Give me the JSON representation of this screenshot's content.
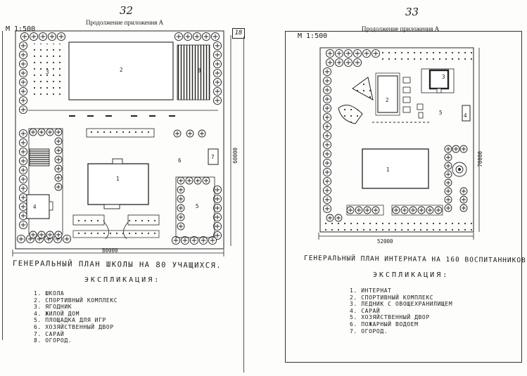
{
  "left_sheet": {
    "page_number": "32",
    "continuation": "Продолжение приложения А",
    "scale": "М 1:500",
    "sheet_tag": "18",
    "dim_width": "80000",
    "dim_height": "60000",
    "labels": [
      "1",
      "2",
      "3",
      "4",
      "5",
      "6",
      "7",
      "8"
    ],
    "title": "ГЕНЕРАЛЬНЫЙ ПЛАН ШКОЛЫ НА 80 УЧАЩИХСЯ.",
    "explication_heading": "ЭКСПЛИКАЦИЯ:",
    "legend": [
      "1. ШКОЛА",
      "2. СПОРТИВНЫЙ КОМПЛЕКС",
      "3. ЯГОДНИК",
      "4. ЖИЛОЙ ДОМ",
      "5. ПЛОЩАДКА ДЛЯ ИГР",
      "6. ХОЗЯЙСТВЕННЫЙ ДВОР",
      "7. САРАЙ",
      "8. ОГОРОД."
    ]
  },
  "right_sheet": {
    "page_number": "33",
    "continuation": "Продолжение приложения А",
    "scale": "М 1:500",
    "dim_width": "52000",
    "dim_height": "70000",
    "labels": [
      "1",
      "2",
      "3",
      "4",
      "5"
    ],
    "title": "ГЕНЕРАЛЬНЫЙ ПЛАН ИНТЕРНАТА НА 160 ВОСПИТАННИКОВ",
    "explication_heading": "ЭКСПЛИКАЦИЯ:",
    "legend": [
      "1. ИНТЕРНАТ",
      "2. СПОРТИВНЫЙ КОМПЛЕКС",
      "3. ЛЕДНИК С ОВОЩЕХРАНИЛИЩЕМ",
      "4. САРАЙ",
      "5. ХОЗЯЙСТВЕННЫЙ ДВОР",
      "6. ПОЖАРНЫЙ ВОДОЕМ",
      "7. ОГОРОД."
    ]
  }
}
